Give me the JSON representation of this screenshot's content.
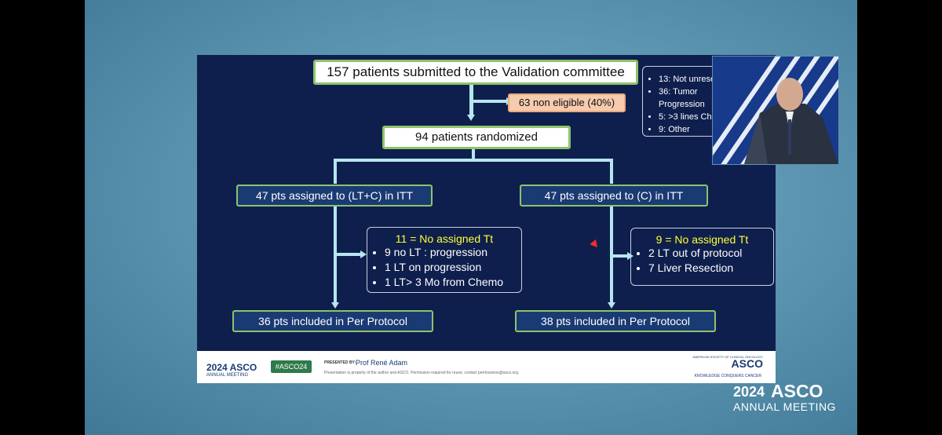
{
  "flowchart": {
    "submitted": "157 patients submitted to the Validation committee",
    "non_eligible": "63 non eligible (40%)",
    "randomized": "94 patients randomized",
    "arm_lt_c": "47 pts assigned to (LT+C) in ITT",
    "arm_c": "47 pts assigned to (C) in ITT",
    "pp_lt_c": "36 pts included in Per Protocol",
    "pp_c": "38 pts included in Per Protocol",
    "non_eligible_reasons": [
      "13: Not unresectable",
      "36: Tumor Progression",
      "5: >3 lines Chemo",
      "9: Other"
    ],
    "lt_c_not_assigned": {
      "title": "11 = No assigned Tt",
      "items": [
        "9 no LT : progression",
        "1 LT on progression",
        "1 LT> 3 Mo from Chemo"
      ]
    },
    "c_not_assigned": {
      "title": "9 = No assigned Tt",
      "items": [
        "2 LT out of protocol",
        "7 Liver Resection"
      ]
    }
  },
  "footer": {
    "logo_year": "2024",
    "logo_word": "ASCO",
    "logo_sub": "ANNUAL MEETING",
    "hashtag": "#ASCO24",
    "presented_by_label": "PRESENTED BY:",
    "presenter": "Prof René Adam",
    "disclaimer": "Presentation is property of the author and ASCO. Permission required for reuse; contact permissions@asco.org.",
    "brand": "ASCO",
    "brand_sub": "AMERICAN SOCIETY OF CLINICAL ONCOLOGY",
    "tagline": "KNOWLEDGE CONQUERS CANCER"
  },
  "corner_brand": {
    "year": "2024",
    "name": "ASCO",
    "meeting": "ANNUAL MEETING"
  }
}
